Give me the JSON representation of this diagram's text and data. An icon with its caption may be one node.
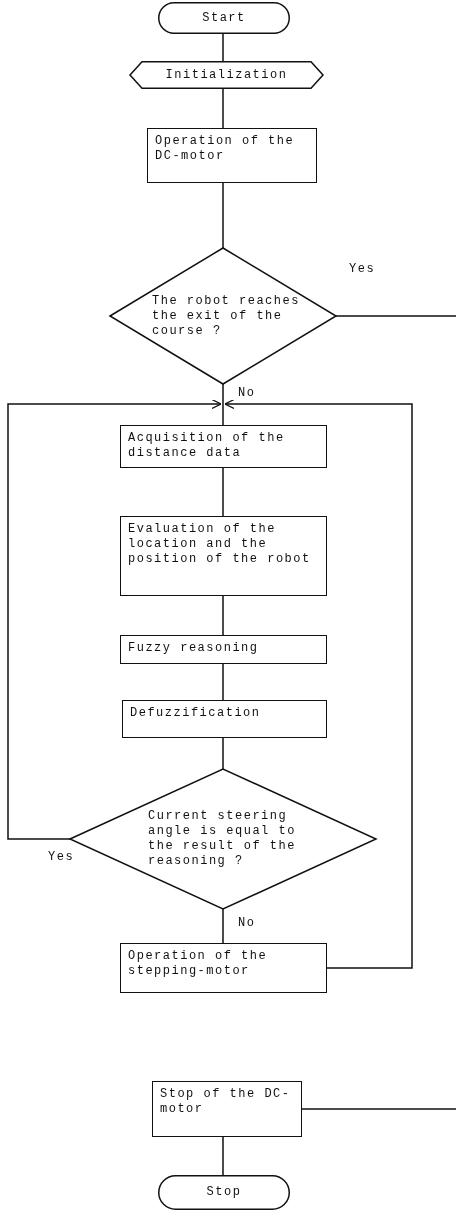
{
  "diagram": {
    "nodes": [
      {
        "text": [
          "Start"
        ]
      },
      {
        "text": [
          "Initialization"
        ]
      },
      {
        "text": [
          "Operation of the DC-motor"
        ]
      },
      {
        "text": [
          "The robot reaches the exit of the course ?"
        ]
      },
      {
        "text": [
          "Acquisition of the distance data"
        ]
      },
      {
        "text": [
          "Evaluation of the location and the position of the robot"
        ]
      },
      {
        "text": [
          "Fuzzy reasoning"
        ]
      },
      {
        "text": [
          "Defuzzification"
        ]
      },
      {
        "text": [
          "Current steering angle is equal to the result of the reasoning ?"
        ]
      },
      {
        "text": [
          "Operation of the stepping-motor"
        ]
      },
      {
        "text": [
          "Stop of the DC-motor"
        ]
      },
      {
        "text": [
          "Stop"
        ]
      }
    ],
    "edges": [
      {
        "from": 0,
        "to": 1,
        "arrow": "none"
      },
      {
        "from": 1,
        "to": 2,
        "arrow": "none"
      },
      {
        "from": 2,
        "to": 3,
        "arrow": "none"
      },
      {
        "from": 3,
        "to": null,
        "label": "Yes",
        "arrow": "none"
      },
      {
        "from": 3,
        "to": 4,
        "label": "No",
        "arrow": "none"
      },
      {
        "from": 4,
        "to": 5,
        "arrow": "none"
      },
      {
        "from": 5,
        "to": 6,
        "arrow": "none"
      },
      {
        "from": 6,
        "to": 7,
        "arrow": "none"
      },
      {
        "from": 7,
        "to": 8,
        "arrow": "none"
      },
      {
        "from": 8,
        "to": 4,
        "label": "Yes",
        "arrow": "to"
      },
      {
        "from": 8,
        "to": 9,
        "label": "No",
        "arrow": "none"
      },
      {
        "from": 9,
        "to": 4,
        "arrow": "to"
      },
      {
        "from": null,
        "to": 10,
        "arrow": "none"
      },
      {
        "from": 10,
        "to": 11,
        "arrow": "none"
      }
    ]
  }
}
